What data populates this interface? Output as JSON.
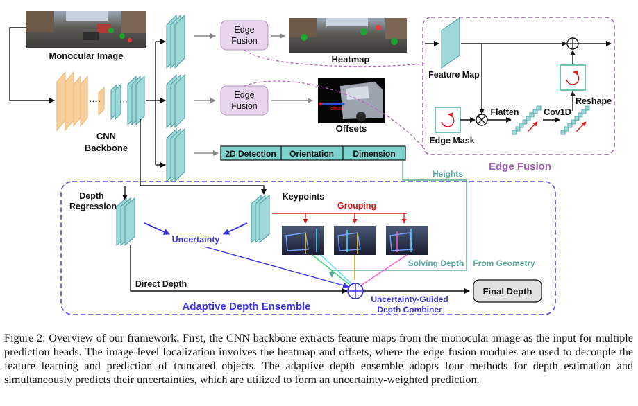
{
  "diagram": {
    "input_label": "Monocular Image",
    "backbone_label_1": "CNN",
    "backbone_label_2": "Backbone",
    "edge_fusion_block_1": [
      "Edge",
      "Fusion"
    ],
    "edge_fusion_block_2": [
      "Edge",
      "Fusion"
    ],
    "heatmap_label": "Heatmap",
    "offsets_label": "Offsets",
    "offsets_image_text": "offset",
    "head_boxes": [
      "2D Detection",
      "Orientation",
      "Dimension"
    ],
    "edge_fusion_panel": {
      "title": "Edge Fusion",
      "feature_map": "Feature Map",
      "edge_mask": "Edge Mask",
      "flatten": "Flatten",
      "conv1d": "Cov1D",
      "reshape": "Reshape"
    },
    "ensemble": {
      "title": "Adaptive Depth Ensemble",
      "depth_regression_1": "Depth",
      "depth_regression_2": "Regression",
      "keypoints": "Keypoints",
      "grouping": "Grouping",
      "uncertainty": "Uncertainty",
      "heights": "Heights",
      "solving_depth": "Solving Depth",
      "from_geometry": "From Geometry",
      "direct_depth": "Direct Depth",
      "combiner_1": "Uncertainty-Guided",
      "combiner_2": "Depth Combiner",
      "final_depth": "Final Depth"
    },
    "colors": {
      "feature": "#9fd8d8",
      "backbone": "#f8cf9a",
      "fusion_box": "#e6d5ec",
      "head_box": "#7fd3cf",
      "ensemble_border": "#6a5ce0",
      "fusion_border": "#9a6aa8",
      "grouping": "#e11b1b",
      "uncertainty": "#3b35d6",
      "teal": "#5aa8a0"
    }
  },
  "caption": "Figure 2: Overview of our framework. First, the CNN backbone extracts feature maps from the monocular image as the input for multiple prediction heads. The image-level localization involves the heatmap and offsets, where the edge fusion modules are used to decouple the feature learning and prediction of truncated objects. The adaptive depth ensemble adopts four methods for depth estimation and simultaneously predicts their uncertainties, which are utilized to form an uncertainty-weighted prediction."
}
